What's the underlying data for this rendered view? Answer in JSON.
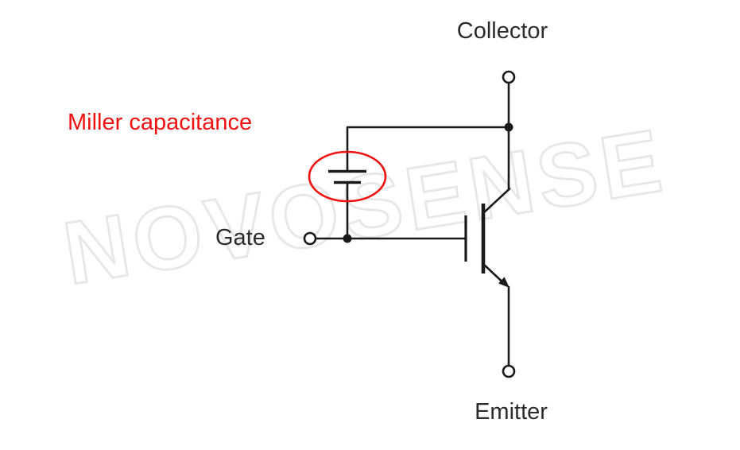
{
  "diagram": {
    "labels": {
      "collector": "Collector",
      "gate": "Gate",
      "emitter": "Emitter",
      "miller_capacitance": "Miller capacitance"
    },
    "watermark": "NOVOSENSE",
    "colors": {
      "line": "#1a1a1a",
      "label": "#2b2b2b",
      "highlight": "#f01010",
      "watermark": "#e7e7e7",
      "background": "#ffffff"
    }
  }
}
